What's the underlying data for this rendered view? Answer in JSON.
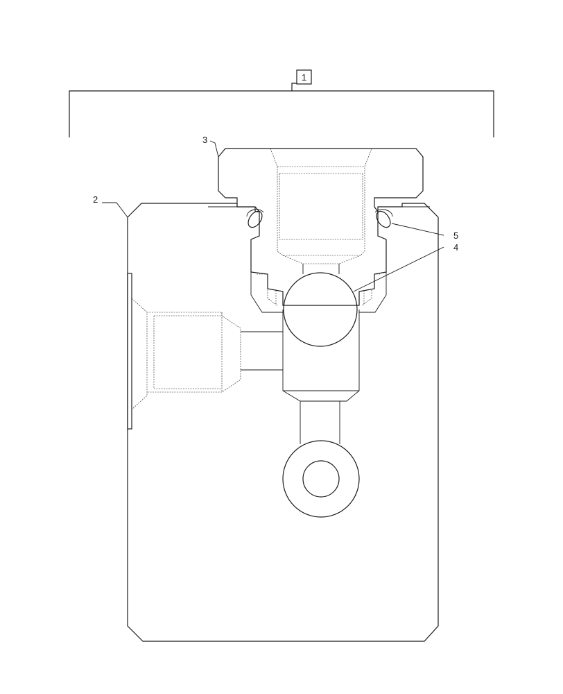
{
  "callouts": {
    "assembly": "1",
    "body": "2",
    "plug": "3",
    "ball": "4",
    "seal": "5"
  }
}
